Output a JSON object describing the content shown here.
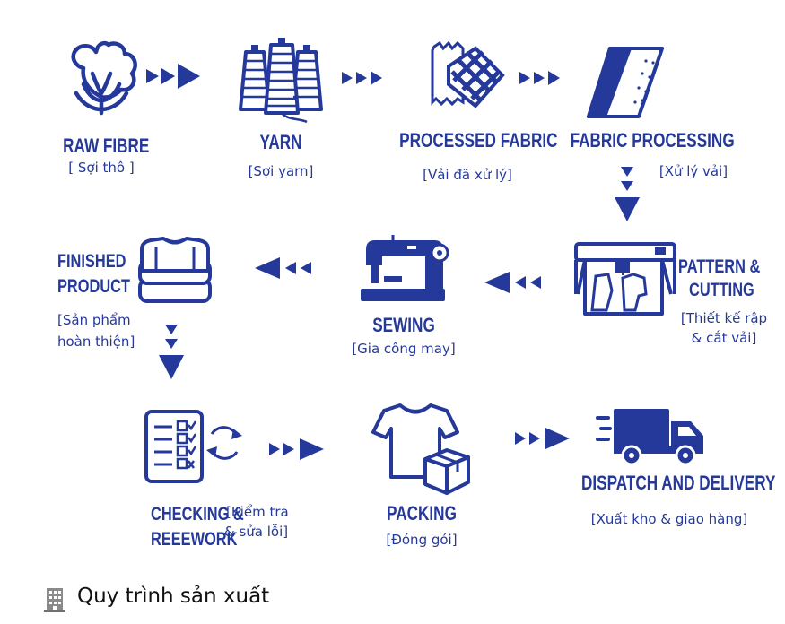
{
  "colors": {
    "primary": "#24399a",
    "text": "#111111",
    "background": "#ffffff"
  },
  "steps": [
    {
      "title": "RAW FIBRE",
      "subtitle": "[ Sợi thô ]",
      "icon": "cotton-icon"
    },
    {
      "title": "YARN",
      "subtitle": "[Sợi yarn]",
      "icon": "yarn-spools-icon"
    },
    {
      "title": "PROCESSED FABRIC",
      "subtitle": "[Vải đã xử lý]",
      "icon": "woven-fabric-icon"
    },
    {
      "title": "FABRIC PROCESSING",
      "subtitle": "[Xử lý vải]",
      "icon": "fabric-roll-icon"
    },
    {
      "title": "PATTERN &",
      "title2": "CUTTING",
      "subtitle": "[Thiết kế rập",
      "subtitle2": "& cắt vải]",
      "icon": "plotter-icon"
    },
    {
      "title": "SEWING",
      "subtitle": "[Gia công may]",
      "icon": "sewing-machine-icon"
    },
    {
      "title": "FINISHED",
      "title2": "PRODUCT",
      "subtitle": "[Sản phẩm",
      "subtitle2": "hoàn thiện]",
      "icon": "folded-clothes-icon"
    },
    {
      "title": "CHECKING &",
      "title2": "REEEWORK",
      "subtitle": "[Kiểm tra",
      "subtitle2": "& sửa lỗi]",
      "icon": "checklist-tablet-icon"
    },
    {
      "title": "PACKING",
      "subtitle": "[Đóng gói]",
      "icon": "shirt-box-icon"
    },
    {
      "title": "DISPATCH AND DELIVERY",
      "subtitle": "[Xuất kho & giao hàng]",
      "icon": "delivery-truck-icon"
    }
  ],
  "caption": {
    "icon": "building-icon",
    "text": "Quy trình sản xuất"
  }
}
